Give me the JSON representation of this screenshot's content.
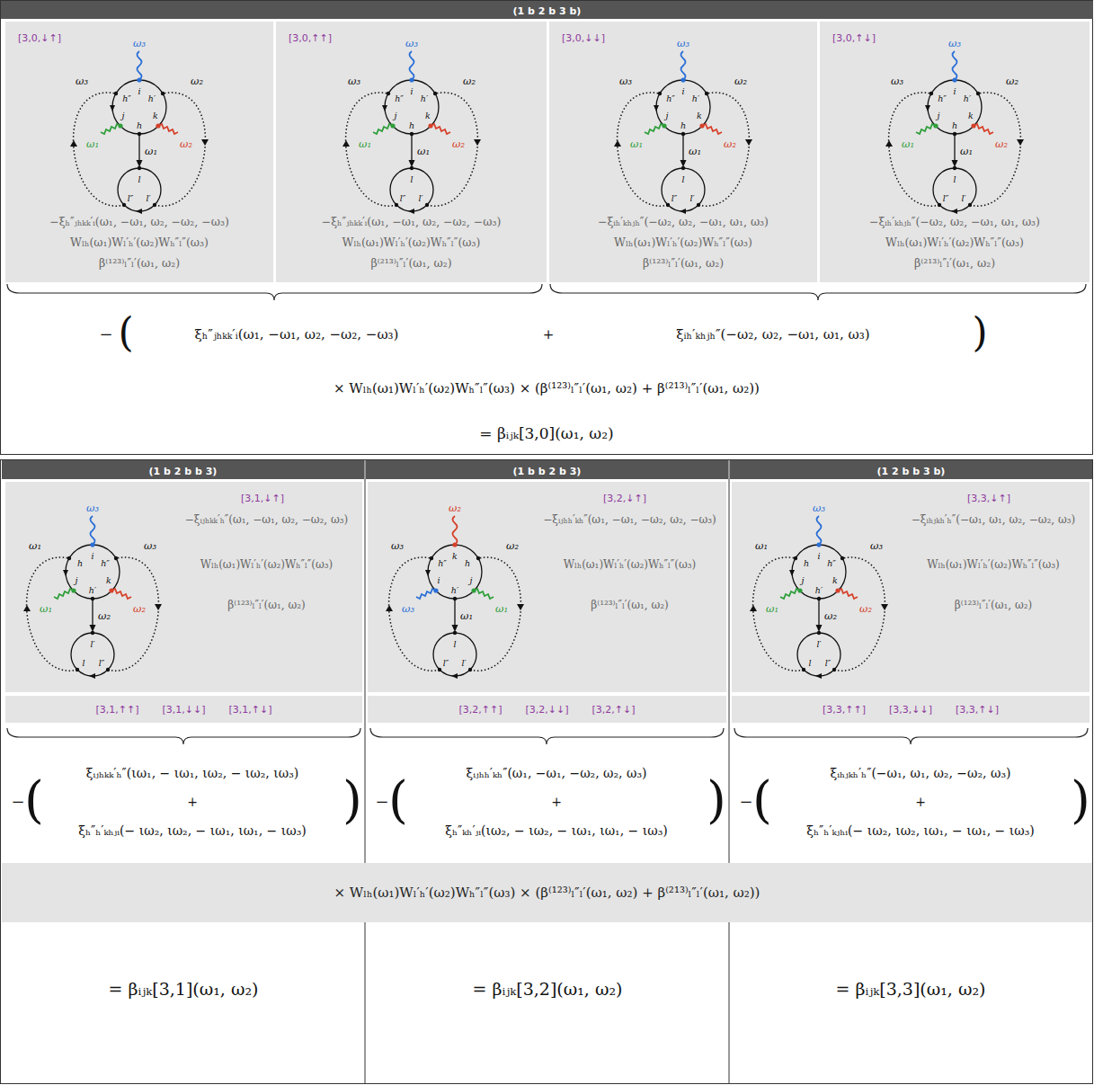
{
  "diagram": {
    "nodes": [
      {
        "text": [
          "(1 b 2 b 3 b)"
        ]
      },
      {
        "text": [
          "[3,0,↓↑]",
          "−ξₕ″ⱼₕₖₖ′ᵢ(ω₁, −ω₁, ω₂, −ω₂, −ω₃)",
          "Wₗₕ(ω₁)Wₗ′ₕ′(ω₂)Wₕ″ₗ″(ω₃)",
          "β⁽¹²³⁾ₗ″ₗ′(ω₁, ω₂)"
        ]
      },
      {
        "text": [
          "[3,0,↑↑]",
          "−ξₕ″ⱼₕₖₖ′ᵢ(ω₁, −ω₁, ω₂, −ω₂, −ω₃)",
          "Wₗₕ(ω₁)Wₗ′ₕ′(ω₂)Wₕ″ₗ″(ω₃)",
          "β⁽²¹³⁾ₗ″ₗ′(ω₁, ω₂)"
        ]
      },
      {
        "text": [
          "[3,0,↓↓]",
          "−ξᵢₕ′ₖₕⱼₕ″(−ω₂, ω₂, −ω₁, ω₁, ω₃)",
          "Wₗₕ(ω₁)Wₗ′ₕ′(ω₂)Wₕ″ₗ″(ω₃)",
          "β⁽¹²³⁾ₗ″ₗ′(ω₁, ω₂)"
        ]
      },
      {
        "text": [
          "[3,0,↑↓]",
          "−ξᵢₕ′ₖₕⱼₕ″(−ω₂, ω₂, −ω₁, ω₁, ω₃)",
          "Wₗₕ(ω₁)Wₗ′ₕ′(ω₂)Wₕ″ₗ″(ω₃)",
          "β⁽²¹³⁾ₗ″ₗ′(ω₁, ω₂)"
        ]
      },
      {
        "text": [
          "(1 b 2 b b 3)"
        ]
      },
      {
        "text": [
          "(1 b b 2 b 3)"
        ]
      },
      {
        "text": [
          "(1 2 b b 3 b)"
        ]
      },
      {
        "text": [
          "[3,1,↓↑]",
          "−ξᵢⱼₕₖₖ′ₕ″(ω₁, −ω₁, ω₂, −ω₂, ω₃)",
          "Wₗₕ(ω₁)Wₗ′ₕ′(ω₂)Wₕ″ₗ″(ω₃)",
          "β⁽¹²³⁾ₗ″ₗ′(ω₁, ω₂)"
        ]
      },
      {
        "text": [
          "[3,2,↓↑]",
          "−ξᵢⱼₕₕ′ₖₕ″(ω₁, −ω₁, −ω₂, ω₂, −ω₃)",
          "Wₗₕ(ω₁)Wₗ′ₕ′(ω₂)Wₕ″ₗ″(ω₃)",
          "β⁽¹²³⁾ₗ″ₗ′(ω₁, ω₂)"
        ]
      },
      {
        "text": [
          "[3,3,↓↑]",
          "−ξᵢₕⱼₖₕ′ₕ″(−ω₁, ω₁, ω₂, −ω₂, ω₃)",
          "Wₗₕ(ω₁)Wₗ′ₕ′(ω₂)Wₕ″ₗ″(ω₃)",
          "β⁽¹²³⁾ₗ″ₗ′(ω₁, ω₂)"
        ]
      },
      {
        "text": [
          "[3,1,↑↑]",
          "[3,1,↓↓]",
          "[3,1,↑↓]"
        ]
      },
      {
        "text": [
          "[3,2,↑↑]",
          "[3,2,↓↓]",
          "[3,2,↑↓]"
        ]
      },
      {
        "text": [
          "[3,3,↑↑]",
          "[3,3,↓↓]",
          "[3,3,↑↓]"
        ]
      },
      {
        "text": [
          "× Wₗₕ(ω₁)Wₗ′ₕ′(ω₂)Wₕ″ₗ″(ω₃) × (β⁽¹²³⁾ₗ″ₗ′(ω₁, ω₂) + β⁽²¹³⁾ₗ″ₗ′(ω₁, ω₂))"
        ]
      }
    ],
    "labels": [
      "ω₃",
      "ω₃",
      "ω₂",
      "h″",
      "i",
      "h′",
      "j",
      "k",
      "h",
      "ω₁",
      "ω₁",
      "ω₂",
      "l",
      "l″",
      "l′",
      "ω₃",
      "ω₃",
      "ω₂",
      "h″",
      "i",
      "h′",
      "j",
      "k",
      "h",
      "ω₁",
      "ω₁",
      "ω₂",
      "l",
      "l″",
      "l′",
      "ω₃",
      "ω₃",
      "ω₂",
      "h″",
      "i",
      "h′",
      "j",
      "k",
      "h",
      "ω₁",
      "ω₁",
      "ω₂",
      "l",
      "l″",
      "l′",
      "ω₃",
      "ω₃",
      "ω₂",
      "h″",
      "i",
      "h′",
      "j",
      "k",
      "h",
      "ω₁",
      "ω₁",
      "ω₂",
      "l",
      "l″",
      "l′",
      "ω₃",
      "ω₁",
      "ω₃",
      "h",
      "i",
      "h″",
      "j",
      "k",
      "h′",
      "ω₁",
      "ω₂",
      "ω₂",
      "l′",
      "l",
      "l″",
      "ω₂",
      "ω₃",
      "ω₂",
      "h″",
      "k",
      "h",
      "i",
      "j",
      "h′",
      "ω₃",
      "ω₁",
      "ω₁",
      "l",
      "l″",
      "l′",
      "ω₃",
      "ω₁",
      "ω₃",
      "h",
      "i",
      "h″",
      "j",
      "k",
      "h′",
      "ω₁",
      "ω₂",
      "ω₂",
      "l′",
      "l",
      "l″",
      "−",
      "(",
      "ξₕ″ⱼₕₖₖ′ᵢ(ω₁, −ω₁, ω₂, −ω₂, −ω₃)",
      "+",
      "ξᵢₕ′ₖₕⱼₕ″(−ω₂, ω₂, −ω₁, ω₁, ω₃)",
      ")",
      "× Wₗₕ(ω₁)Wₗ′ₕ′(ω₂)Wₕ″ₗ″(ω₃) × (β⁽¹²³⁾ₗ″ₗ′(ω₁, ω₂) + β⁽²¹³⁾ₗ″ₗ′(ω₁, ω₂))",
      "= βᵢⱼₖ[3,0](ω₁, ω₂)",
      "−",
      "(",
      "ξᵢⱼₕₖₖ′ₕ″(ιω₁, − ιω₁, ιω₂, − ιω₂, ιω₃)",
      "+",
      "ξₕ″ₕ′ₖₕⱼᵢ(− ιω₂, ιω₂, − ιω₁, ιω₁, − ιω₃)",
      ")",
      "−",
      "(",
      "ξᵢⱼₕₕ′ₖₕ″(ω₁, −ω₁, −ω₂, ω₂, ω₃)",
      "+",
      "ξₕ″ₖₕ′ⱼᵢ(ιω₂, − ιω₂, − ιω₁, ιω₁, − ιω₃)",
      ")",
      "−",
      "(",
      "ξᵢₕⱼₖₕ′ₕ″(−ω₁, ω₁, ω₂, −ω₂, ω₃)",
      "+",
      "ξₕ″ₕ′ₖⱼₕᵢ(− ιω₂, ιω₂, ιω₁, − ιω₁, − ιω₃)",
      ")",
      "= βᵢⱼₖ[3,1](ω₁, ω₂)",
      "= βᵢⱼₖ[3,2](ω₁, ω₂)",
      "= βᵢⱼₖ[3,3](ω₁, ω₂)"
    ]
  }
}
